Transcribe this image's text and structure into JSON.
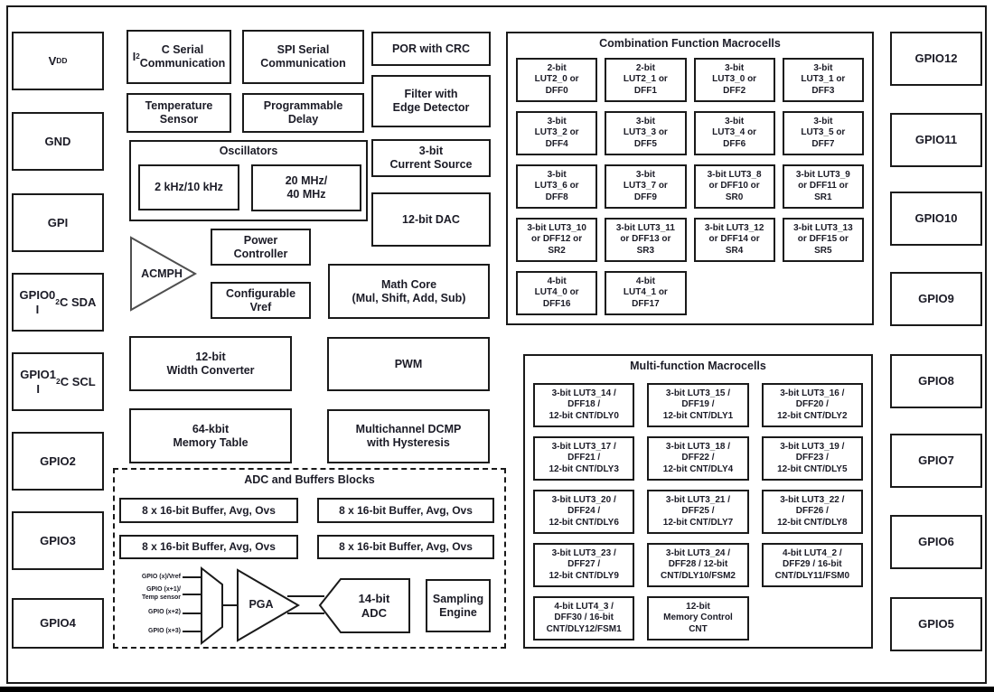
{
  "figure": {
    "pins_left": [
      "V~DD~",
      "GND",
      "GPI",
      "GPIO0\nI^2^C SDA",
      "GPIO1\nI^2^C SCL",
      "GPIO2",
      "GPIO3",
      "GPIO4"
    ],
    "pins_right": [
      "GPIO12",
      "GPIO11",
      "GPIO10",
      "GPIO9",
      "GPIO8",
      "GPIO7",
      "GPIO6",
      "GPIO5"
    ],
    "core_blocks": {
      "i2c": "I^2^C Serial\nCommunication",
      "spi": "SPI Serial\nCommunication",
      "por": "POR with CRC",
      "temp_sensor": "Temperature\nSensor",
      "prog_delay": "Programmable\nDelay",
      "filter": "Filter with\nEdge Detector",
      "current_source": "3-bit\nCurrent Source",
      "dac": "12-bit DAC",
      "acmph": "ACMPH",
      "power_controller": "Power\nController",
      "configurable_vref": "Configurable\nVref",
      "math_core": "Math Core\n(Mul, Shift, Add, Sub)",
      "width_converter": "12-bit\nWidth Converter",
      "pwm": "PWM",
      "memory_table": "64-kbit\nMemory Table",
      "dcmp": "Multichannel DCMP\nwith Hysteresis"
    },
    "oscillators": {
      "title": "Oscillators",
      "low": "2 kHz/10 kHz",
      "high": "20 MHz/\n40 MHz"
    },
    "combination": {
      "title": "Combination Function Macrocells",
      "cells": [
        "2-bit\nLUT2_0 or\nDFF0",
        "2-bit\nLUT2_1 or\nDFF1",
        "3-bit\nLUT3_0 or\nDFF2",
        "3-bit\nLUT3_1 or\nDFF3",
        "3-bit\nLUT3_2 or\nDFF4",
        "3-bit\nLUT3_3 or\nDFF5",
        "3-bit\nLUT3_4 or\nDFF6",
        "3-bit\nLUT3_5 or\nDFF7",
        "3-bit\nLUT3_6 or\nDFF8",
        "3-bit\nLUT3_7 or\nDFF9",
        "3-bit LUT3_8\nor DFF10 or\nSR0",
        "3-bit LUT3_9\nor DFF11 or\nSR1",
        "3-bit LUT3_10\nor DFF12 or\nSR2",
        "3-bit LUT3_11\nor DFF13 or\nSR3",
        "3-bit LUT3_12\nor DFF14 or\nSR4",
        "3-bit LUT3_13\nor DFF15 or\nSR5",
        "4-bit\nLUT4_0 or\nDFF16",
        "4-bit\nLUT4_1 or\nDFF17"
      ]
    },
    "multifunction": {
      "title": "Multi-function Macrocells",
      "cells": [
        "3-bit LUT3_14 /\nDFF18 /\n12-bit CNT/DLY0",
        "3-bit LUT3_15 /\nDFF19 /\n12-bit CNT/DLY1",
        "3-bit LUT3_16 /\nDFF20 /\n12-bit CNT/DLY2",
        "3-bit LUT3_17 /\nDFF21 /\n12-bit CNT/DLY3",
        "3-bit LUT3_18 /\nDFF22 /\n12-bit CNT/DLY4",
        "3-bit LUT3_19 /\nDFF23 /\n12-bit CNT/DLY5",
        "3-bit LUT3_20 /\nDFF24 /\n12-bit CNT/DLY6",
        "3-bit LUT3_21 /\nDFF25 /\n12-bit CNT/DLY7",
        "3-bit LUT3_22 /\nDFF26 /\n12-bit CNT/DLY8",
        "3-bit LUT3_23 /\nDFF27 /\n12-bit CNT/DLY9",
        "3-bit LUT3_24 /\nDFF28 / 12-bit\nCNT/DLY10/FSM2",
        "4-bit LUT4_2 /\nDFF29 / 16-bit\nCNT/DLY11/FSM0",
        "4-bit LUT4_3 /\nDFF30 / 16-bit\nCNT/DLY12/FSM1",
        "12-bit\nMemory Control\nCNT"
      ]
    },
    "adc_section": {
      "title": "ADC and Buffers Blocks",
      "buffers": [
        "8 x 16-bit Buffer, Avg, Ovs",
        "8 x 16-bit Buffer, Avg, Ovs",
        "8 x 16-bit Buffer, Avg, Ovs",
        "8 x 16-bit Buffer, Avg, Ovs"
      ],
      "inputs": [
        "GPIO (x)/Vref",
        "GPIO (x+1)/\nTemp sensor",
        "GPIO (x+2)",
        "GPIO (x+3)"
      ],
      "pga": "PGA",
      "adc": "14-bit\nADC",
      "sampling_engine": "Sampling\nEngine"
    }
  },
  "colors": {
    "border": "#1a1a1a",
    "text": "#1b1b26",
    "background": "#ffffff",
    "footer_bar": "#000000",
    "acmph_stroke": "#4f4f4f"
  }
}
